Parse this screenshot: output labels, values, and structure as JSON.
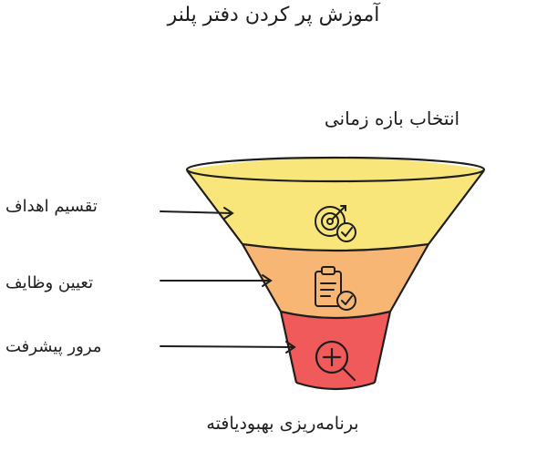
{
  "title": "آموزش پر کردن دفتر پلنر",
  "funnel": {
    "top_label": "انتخاب بازه زمانی",
    "bottom_label": "برنامه‌ریزی بهبودیافته",
    "stages": [
      {
        "label": "تقسیم اهداف",
        "icon": "target-check-icon",
        "color": "#f8e67a"
      },
      {
        "label": "تعیین وظایف",
        "icon": "clipboard-check-icon",
        "color": "#f7b673"
      },
      {
        "label": "مرور پیشرفت",
        "icon": "magnifier-plus-icon",
        "color": "#f05a5a"
      }
    ]
  }
}
